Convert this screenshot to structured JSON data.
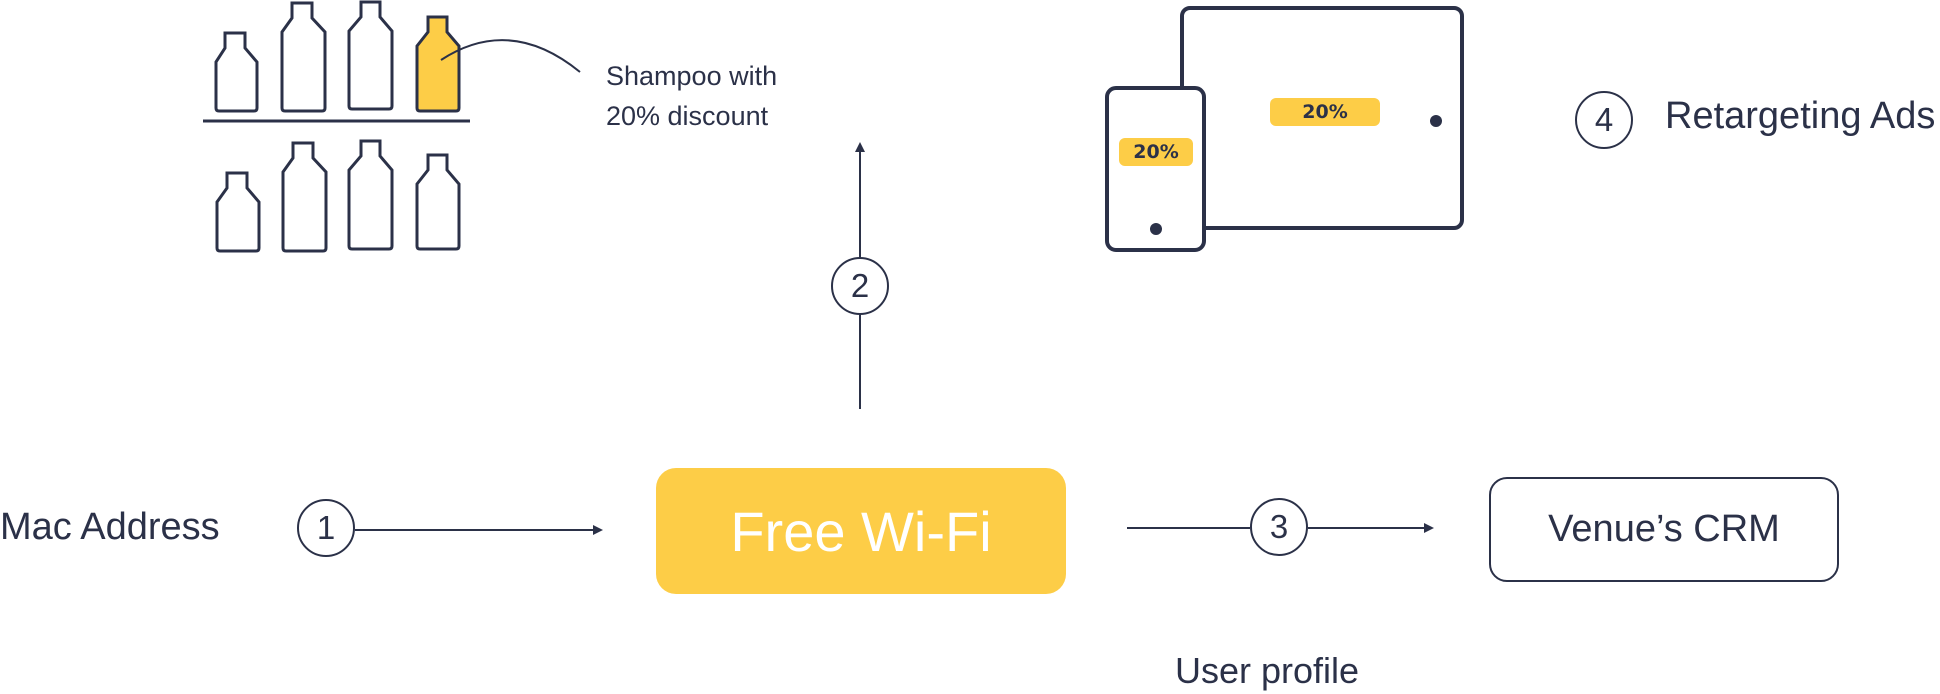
{
  "diagram": {
    "source_label": "Mac Address",
    "hub_label": "Free Wi-Fi",
    "crm_label": "Venue’s CRM",
    "user_profile_label": "User profile",
    "shampoo_callout": {
      "line1": "Shampoo with",
      "line2": "20% discount"
    },
    "retargeting_label": "Retargeting Ads",
    "steps": [
      "1",
      "2",
      "3",
      "4"
    ],
    "discount_badge_phone": "20%",
    "discount_badge_tablet": "20%",
    "colors": {
      "ink": "#2b3148",
      "accent": "#fdcd47",
      "background": "#ffffff"
    },
    "icons": [
      "bottle-shelf-icon",
      "highlighted-bottle-icon",
      "phone-icon",
      "tablet-icon",
      "arrow-icon"
    ]
  }
}
